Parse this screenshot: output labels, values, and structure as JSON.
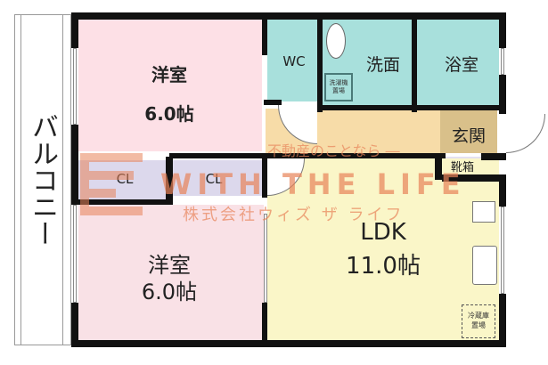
{
  "floorplan": {
    "balcony": {
      "label": "バルコニー"
    },
    "rooms": [
      {
        "id": "western-room-top",
        "name": "洋室",
        "size": "6.0帖",
        "color": "#fde0e6"
      },
      {
        "id": "wc",
        "name": "WC",
        "color": "#a8e0dc"
      },
      {
        "id": "washroom",
        "name": "洗面",
        "color": "#a8e0dc"
      },
      {
        "id": "bathroom",
        "name": "浴室",
        "color": "#a8e0dc"
      },
      {
        "id": "entrance",
        "name": "玄関",
        "color": "#d9c08a"
      },
      {
        "id": "shoe-box",
        "name": "靴箱",
        "color": "#e4e0f0"
      },
      {
        "id": "closet-1",
        "name": "CL",
        "color": "#dcd8ec"
      },
      {
        "id": "closet-2",
        "name": "CL",
        "color": "#dcd8ec"
      },
      {
        "id": "western-room-bottom",
        "name": "洋室",
        "size": "6.0帖",
        "color": "#f9e1e6"
      },
      {
        "id": "ldk",
        "name": "LDK",
        "size": "11.0帖",
        "color": "#faf6c8"
      }
    ],
    "hallway_color": "#f7dca8",
    "fixtures": {
      "washing_machine": "洗濯機\n置場",
      "fridge": "冷蔵庫\n置場"
    }
  },
  "watermark": {
    "line1": "不動産のことなら ―",
    "line2": "WITH THE LIFE",
    "line3": "株式会社ウィズ ザ ライフ",
    "color": "#e8845a"
  }
}
